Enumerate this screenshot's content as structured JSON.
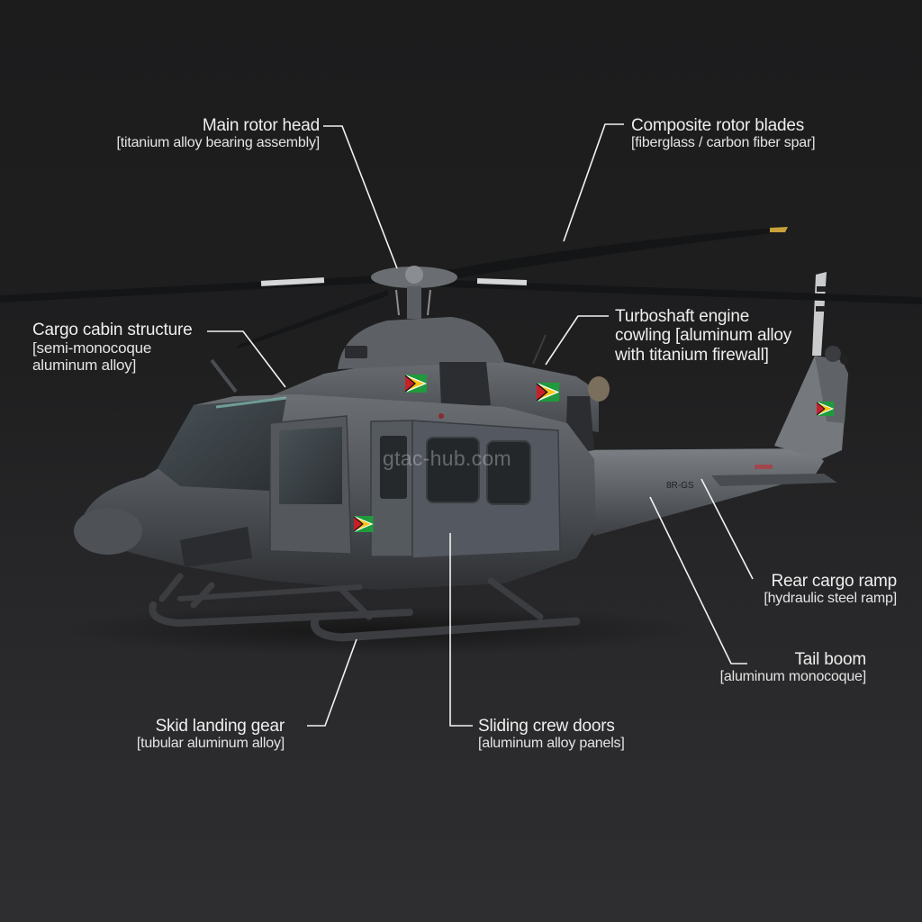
{
  "figure": {
    "subject": "Utility helicopter (Bell 412-style) component callout diagram",
    "background_top": "#1c1c1d",
    "background_bottom": "#2e2e30",
    "label_color": "#eeeeee",
    "leader_line_color": "#f2f2f2",
    "watermark": "gtac-hub.com"
  },
  "callouts": [
    {
      "id": "main-rotor-head",
      "title": "Main rotor head",
      "material": "[titanium alloy bearing assembly]"
    },
    {
      "id": "composite-rotor-blades",
      "title": "Composite rotor blades",
      "material": "[fiberglass / carbon fiber spar]"
    },
    {
      "id": "cargo-cabin-structure",
      "title": "Cargo cabin structure",
      "material": "[semi-monocoque aluminum alloy]",
      "material_line1": "[semi-monocoque",
      "material_line2": "aluminum alloy]"
    },
    {
      "id": "turboshaft-engine-cowling",
      "title": "Turboshaft engine",
      "title_line2": "cowling [aluminum alloy",
      "material_line3": "with titanium firewall]",
      "material": "[aluminum alloy with titanium firewall]"
    },
    {
      "id": "rear-cargo-ramp",
      "title": "Rear cargo ramp",
      "material": "[hydraulic steel ramp]"
    },
    {
      "id": "tail-boom",
      "title": "Tail boom",
      "material": "[aluminum monocoque]"
    },
    {
      "id": "skid-landing-gear",
      "title": "Skid landing gear",
      "material": "[tubular aluminum alloy]"
    },
    {
      "id": "sliding-crew-doors",
      "title": "Sliding crew doors",
      "material": "[aluminum alloy panels]"
    }
  ],
  "markings": {
    "tail_registration": "8R-GS",
    "flag": "Guyana",
    "flag_colors": {
      "green": "#1f9a3c",
      "yellow": "#f5c518",
      "red": "#c8202a",
      "white": "#ffffff",
      "black": "#111111"
    }
  }
}
